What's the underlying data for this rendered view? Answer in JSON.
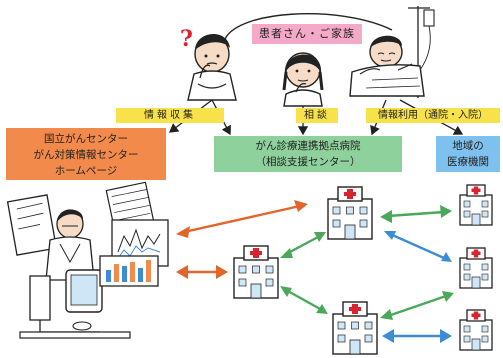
{
  "labels": {
    "patients_family": "患者さん・ご家族",
    "info_collect": "情報収集",
    "consult": "相談",
    "info_use": "情報利用（通院・入院）",
    "national_center_line1": "国立がんセンター",
    "national_center_line2": "がん対策情報センター",
    "national_center_line3": "ホームページ",
    "base_hospital_line1": "がん診療連携拠点病院",
    "base_hospital_line2": "（相談支援センター）",
    "local_line1": "地域の",
    "local_line2": "医療機関",
    "question_mark": "?"
  },
  "colors": {
    "patients_box": "#f4a9c8",
    "tag": "#f7e24a",
    "national_center_box": "#f28a4b",
    "base_hospital_box": "#8fd19c",
    "local_box": "#7ec1ee",
    "arrow_orange": "#e2652a",
    "arrow_green": "#4aa85a",
    "arrow_blue": "#3b8ed6",
    "hospital_cross": "#d9232e"
  },
  "icons": [
    "person-questioning-icon",
    "person-thinking-icon",
    "person-in-bed-icon",
    "computer-user-icon",
    "chart-documents-icon",
    "hospital-icon"
  ]
}
